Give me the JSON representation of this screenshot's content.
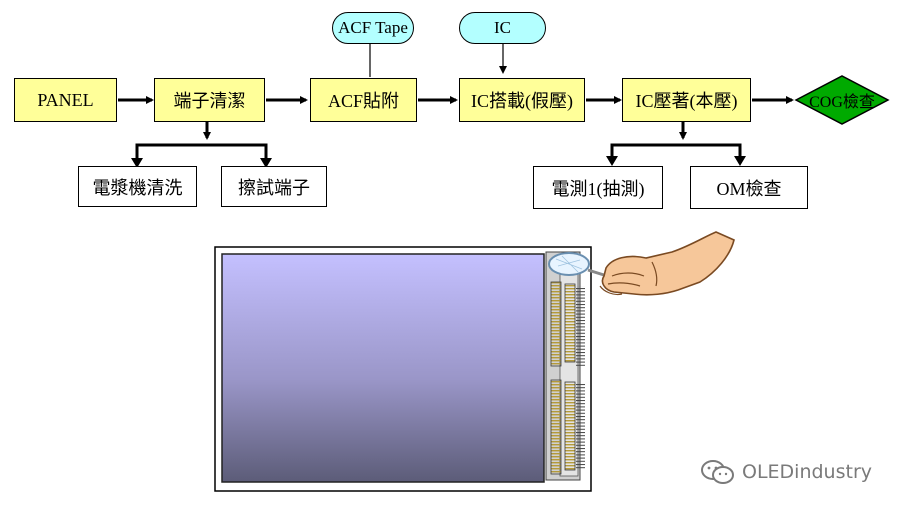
{
  "process": {
    "panel": "PANEL",
    "terminal_clean": "端子清潔",
    "acf_attach": "ACF貼附",
    "ic_mount": "IC搭載(假壓)",
    "ic_press": "IC壓著(本壓)",
    "cog_inspect": "COG檢查"
  },
  "inputs": {
    "acf_tape": "ACF Tape",
    "ic": "IC"
  },
  "sub_steps": {
    "plasma_clean": "電漿機清洗",
    "wipe_terminal": "擦試端子",
    "electrical_test": "電測1(抽測)",
    "om_inspect": "OM檢查"
  },
  "watermark": {
    "text": "OLEDindustry"
  },
  "colors": {
    "process_box": "#ffff99",
    "input_pill": "#b3ffff",
    "decision": "#00aa00",
    "panel_gradient_top": "#c4c0ff",
    "panel_gradient_bottom": "#5c5c78"
  }
}
